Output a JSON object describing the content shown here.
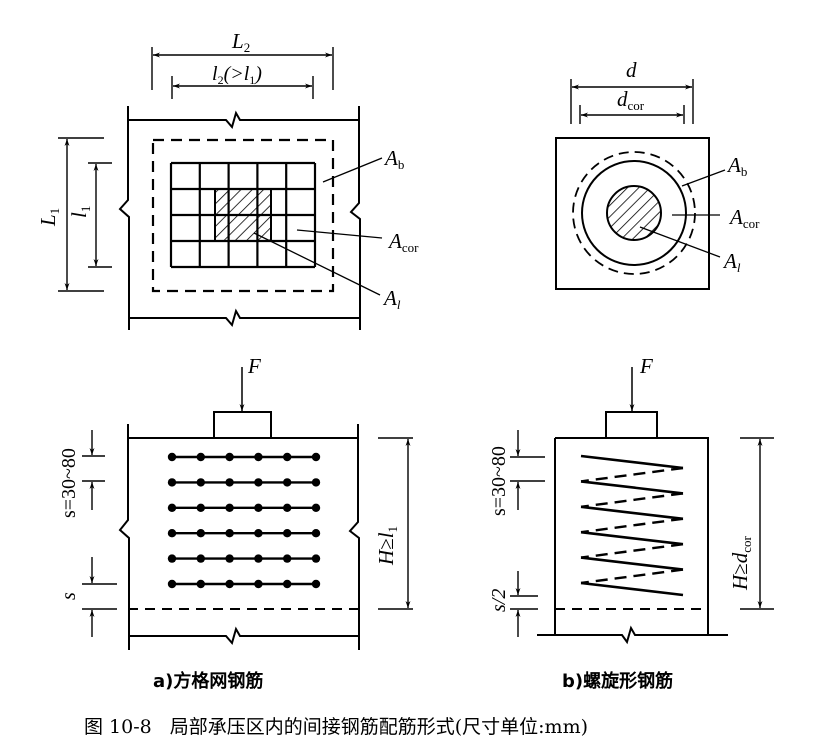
{
  "figure": {
    "number": "图 10-8",
    "title": "局部承压区内的间接钢筋配筋形式(尺寸单位:mm)",
    "subfigures": [
      {
        "id": "a",
        "caption": "a)方格网钢筋"
      },
      {
        "id": "b",
        "caption": "b)螺旋形钢筋"
      }
    ]
  },
  "labels": {
    "L2": {
      "main": "L",
      "sub": "2"
    },
    "l2": {
      "main": "l",
      "sub": "2",
      "rest": "(>",
      "main2": "l",
      "sub2": "1",
      "close": ")"
    },
    "L1": {
      "main": "L",
      "sub": "1"
    },
    "l1": {
      "main": "l",
      "sub": "1"
    },
    "Ab": {
      "main": "A",
      "sub": "b"
    },
    "Acor": {
      "main": "A",
      "sub": "cor"
    },
    "Al": {
      "main": "A",
      "sub": "l"
    },
    "d": "d",
    "dcor": {
      "main": "d",
      "sub": "cor"
    },
    "F": "F",
    "s_range": "s=30~80",
    "s": "s",
    "s_half": "s/2",
    "H_a": {
      "main": "H≥l",
      "sub": "1"
    },
    "H_b": {
      "main": "H≥d",
      "sub": "cor"
    }
  },
  "mesh": {
    "columns": 6,
    "rows": 5,
    "layers": 6
  },
  "spiral": {
    "turns": 6
  },
  "colors": {
    "ink": "#000000",
    "background": "#ffffff"
  }
}
